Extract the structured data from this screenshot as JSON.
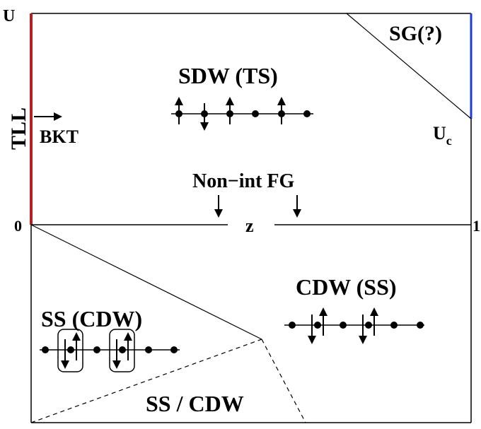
{
  "axis": {
    "top_left_label": "U",
    "zero_label": "0",
    "right_label": "1",
    "x_label": "z",
    "left_side_label": "TLL",
    "uc_label_main": "U",
    "uc_label_sub": "c"
  },
  "regions": {
    "sdw": "SDW (TS)",
    "sg": "SG(?)",
    "bkt": "BKT",
    "non_int": "Non−int FG",
    "cdw": "CDW (SS)",
    "ss": "SS (CDW)",
    "ss_cdw": "SS / CDW"
  },
  "colors": {
    "tll_line": "#b22222",
    "sg_line": "#1f3bd6",
    "ink": "#000000"
  }
}
